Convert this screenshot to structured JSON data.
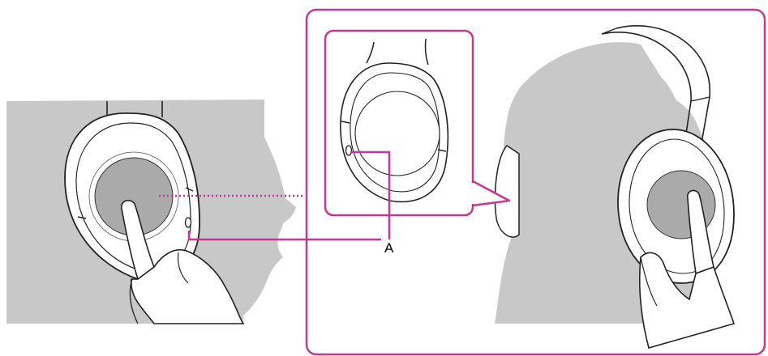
{
  "callout": {
    "label": "A"
  },
  "colors": {
    "head_fill": "#c8c8c8",
    "accent": "#c2398f",
    "touch_area": "#aaaaaa",
    "line": "#222222",
    "background": "#ffffff"
  },
  "icons": [
    "left-head-silhouette",
    "right-head-silhouette",
    "headphone-ear-cup",
    "finger-touch",
    "sensor-hole",
    "zoom-inset"
  ]
}
